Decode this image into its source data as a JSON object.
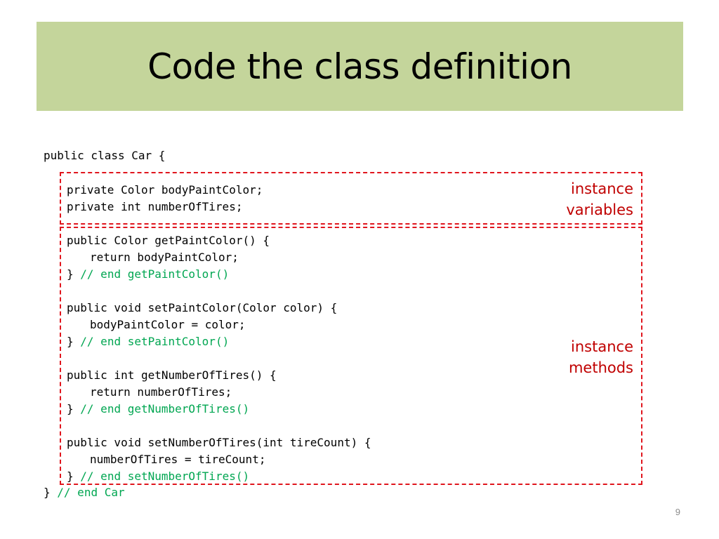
{
  "slide": {
    "title": "Code the class definition",
    "page_number": "9"
  },
  "code": {
    "class_open": "public class Car {",
    "field_1": "private Color bodyPaintColor;",
    "field_2": "private int numberOfTires;",
    "m1_sig": "public Color getPaintColor() {",
    "m1_body": "return bodyPaintColor;",
    "m1_close": "}",
    "m1_comment": "// end getPaintColor()",
    "m2_sig": "public void setPaintColor(Color color) {",
    "m2_body": "bodyPaintColor = color;",
    "m2_close": "}",
    "m2_comment": "// end setPaintColor()",
    "m3_sig": "public int getNumberOfTires() {",
    "m3_body": "return numberOfTires;",
    "m3_close": "}",
    "m3_comment": "// end getNumberOfTires()",
    "m4_sig": "public void setNumberOfTires(int tireCount) {",
    "m4_body": "numberOfTires = tireCount;",
    "m4_close": "}",
    "m4_comment": "// end setNumberOfTires()",
    "class_close": "}",
    "class_comment": "// end Car"
  },
  "annotations": {
    "variables_line1": "instance",
    "variables_line2": "variables",
    "methods_line1": "instance",
    "methods_line2": "methods"
  },
  "colors": {
    "title_bar": "#c4d59b",
    "comment": "#00a651",
    "annotation": "#c00000",
    "box_border": "#e0151d"
  }
}
